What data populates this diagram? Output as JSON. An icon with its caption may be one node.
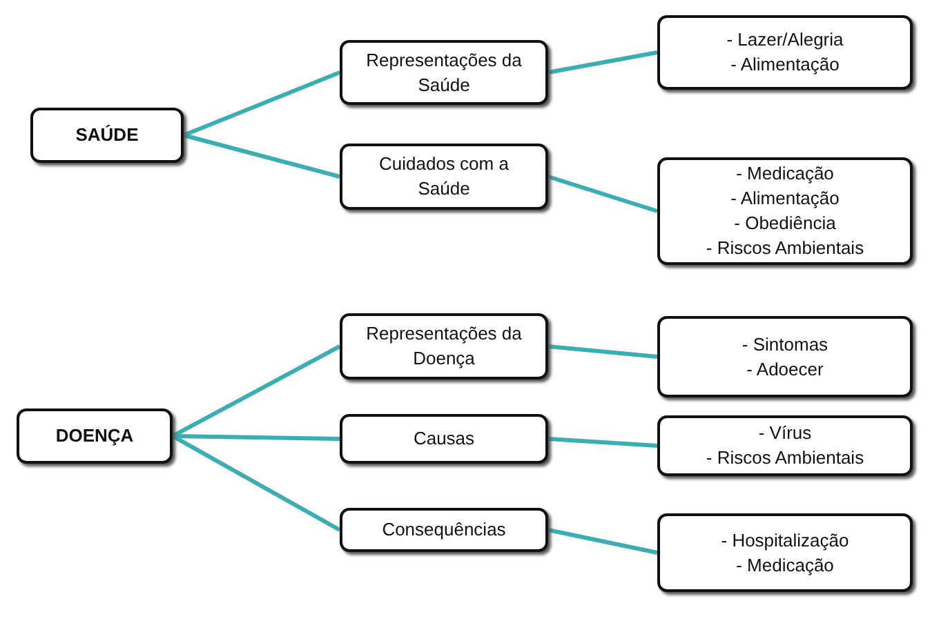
{
  "diagram": {
    "nodes": [
      {
        "text": [
          "SAÚDE"
        ]
      },
      {
        "text": [
          "Representações da Saúde"
        ]
      },
      {
        "text": [
          "- Lazer/Alegria",
          "- Alimentação"
        ]
      },
      {
        "text": [
          "Cuidados com a Saúde"
        ]
      },
      {
        "text": [
          "- Medicação",
          "- Alimentação",
          "- Obediência",
          "- Riscos Ambientais"
        ]
      },
      {
        "text": [
          "DOENÇA"
        ]
      },
      {
        "text": [
          "Representações da Doença"
        ]
      },
      {
        "text": [
          "- Sintomas",
          "- Adoecer"
        ]
      },
      {
        "text": [
          "Causas"
        ]
      },
      {
        "text": [
          "- Vírus",
          "- Riscos Ambientais"
        ]
      },
      {
        "text": [
          "Consequências"
        ]
      },
      {
        "text": [
          "- Hospitalização",
          "- Medicação"
        ]
      }
    ],
    "edges": [
      {
        "from": 0,
        "to": 1,
        "arrow": "none"
      },
      {
        "from": 0,
        "to": 3,
        "arrow": "none"
      },
      {
        "from": 1,
        "to": 2,
        "arrow": "none"
      },
      {
        "from": 3,
        "to": 4,
        "arrow": "none"
      },
      {
        "from": 5,
        "to": 6,
        "arrow": "none"
      },
      {
        "from": 5,
        "to": 8,
        "arrow": "none"
      },
      {
        "from": 5,
        "to": 10,
        "arrow": "none"
      },
      {
        "from": 6,
        "to": 7,
        "arrow": "none"
      },
      {
        "from": 8,
        "to": 9,
        "arrow": "none"
      },
      {
        "from": 10,
        "to": 11,
        "arrow": "none"
      }
    ]
  }
}
